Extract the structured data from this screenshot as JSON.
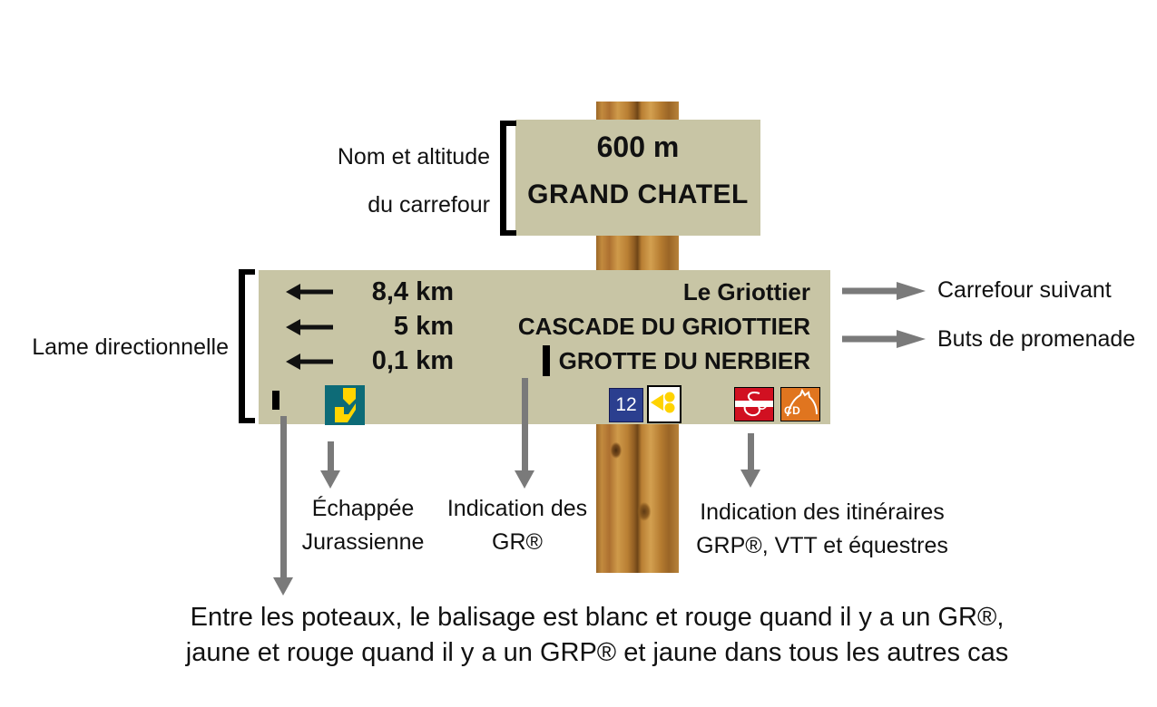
{
  "top_sign": {
    "altitude": "600 m",
    "name": "GRAND CHATEL"
  },
  "directional_sign": {
    "rows": [
      {
        "distance": "8,4 km",
        "destination": "Le Griottier"
      },
      {
        "distance": "5 km",
        "destination": "CASCADE DU GRIOTTIER"
      },
      {
        "distance": "0,1 km",
        "destination": "GROTTE DU NERBIER"
      }
    ],
    "badges": {
      "route_number": "12",
      "equestrian": "CD"
    },
    "icons": [
      "gr-balise-icon",
      "echappee-jurassienne-icon",
      "route-number-badge",
      "vtt-icon",
      "grp-logo-icon",
      "equestrian-icon"
    ]
  },
  "annotations": {
    "top_left": {
      "line1": "Nom et altitude",
      "line2": "du carrefour"
    },
    "left": "Lame directionnelle",
    "right": {
      "line1": "Carrefour suivant",
      "line2": "Buts de promenade"
    },
    "below": {
      "echappee": {
        "line1": "Échappée",
        "line2": "Jurassienne"
      },
      "gr": {
        "line1": "Indication des",
        "line2": "GR®"
      },
      "itineraires": {
        "line1": "Indication des itinéraires",
        "line2": "GRP®, VTT et équestres"
      }
    },
    "footer": {
      "line1": "Entre les poteaux, le balisage est blanc et rouge quand il y a un GR®,",
      "line2": "jaune et rouge quand il y a un GRP® et jaune dans tous les autres cas"
    }
  },
  "colors": {
    "sign_background": "#c8c5a5",
    "post_brown": "#b97f33",
    "annotation_arrow_gray": "#7a7a7a",
    "gr_red": "#e2001a",
    "echappee_teal": "#0d6b77",
    "echappee_yellow": "#ffd500",
    "route_badge_blue": "#2b3f8f",
    "vtt_yellow": "#ffd300",
    "grp_logo_red": "#d11021",
    "equestrian_orange": "#e0751f"
  }
}
